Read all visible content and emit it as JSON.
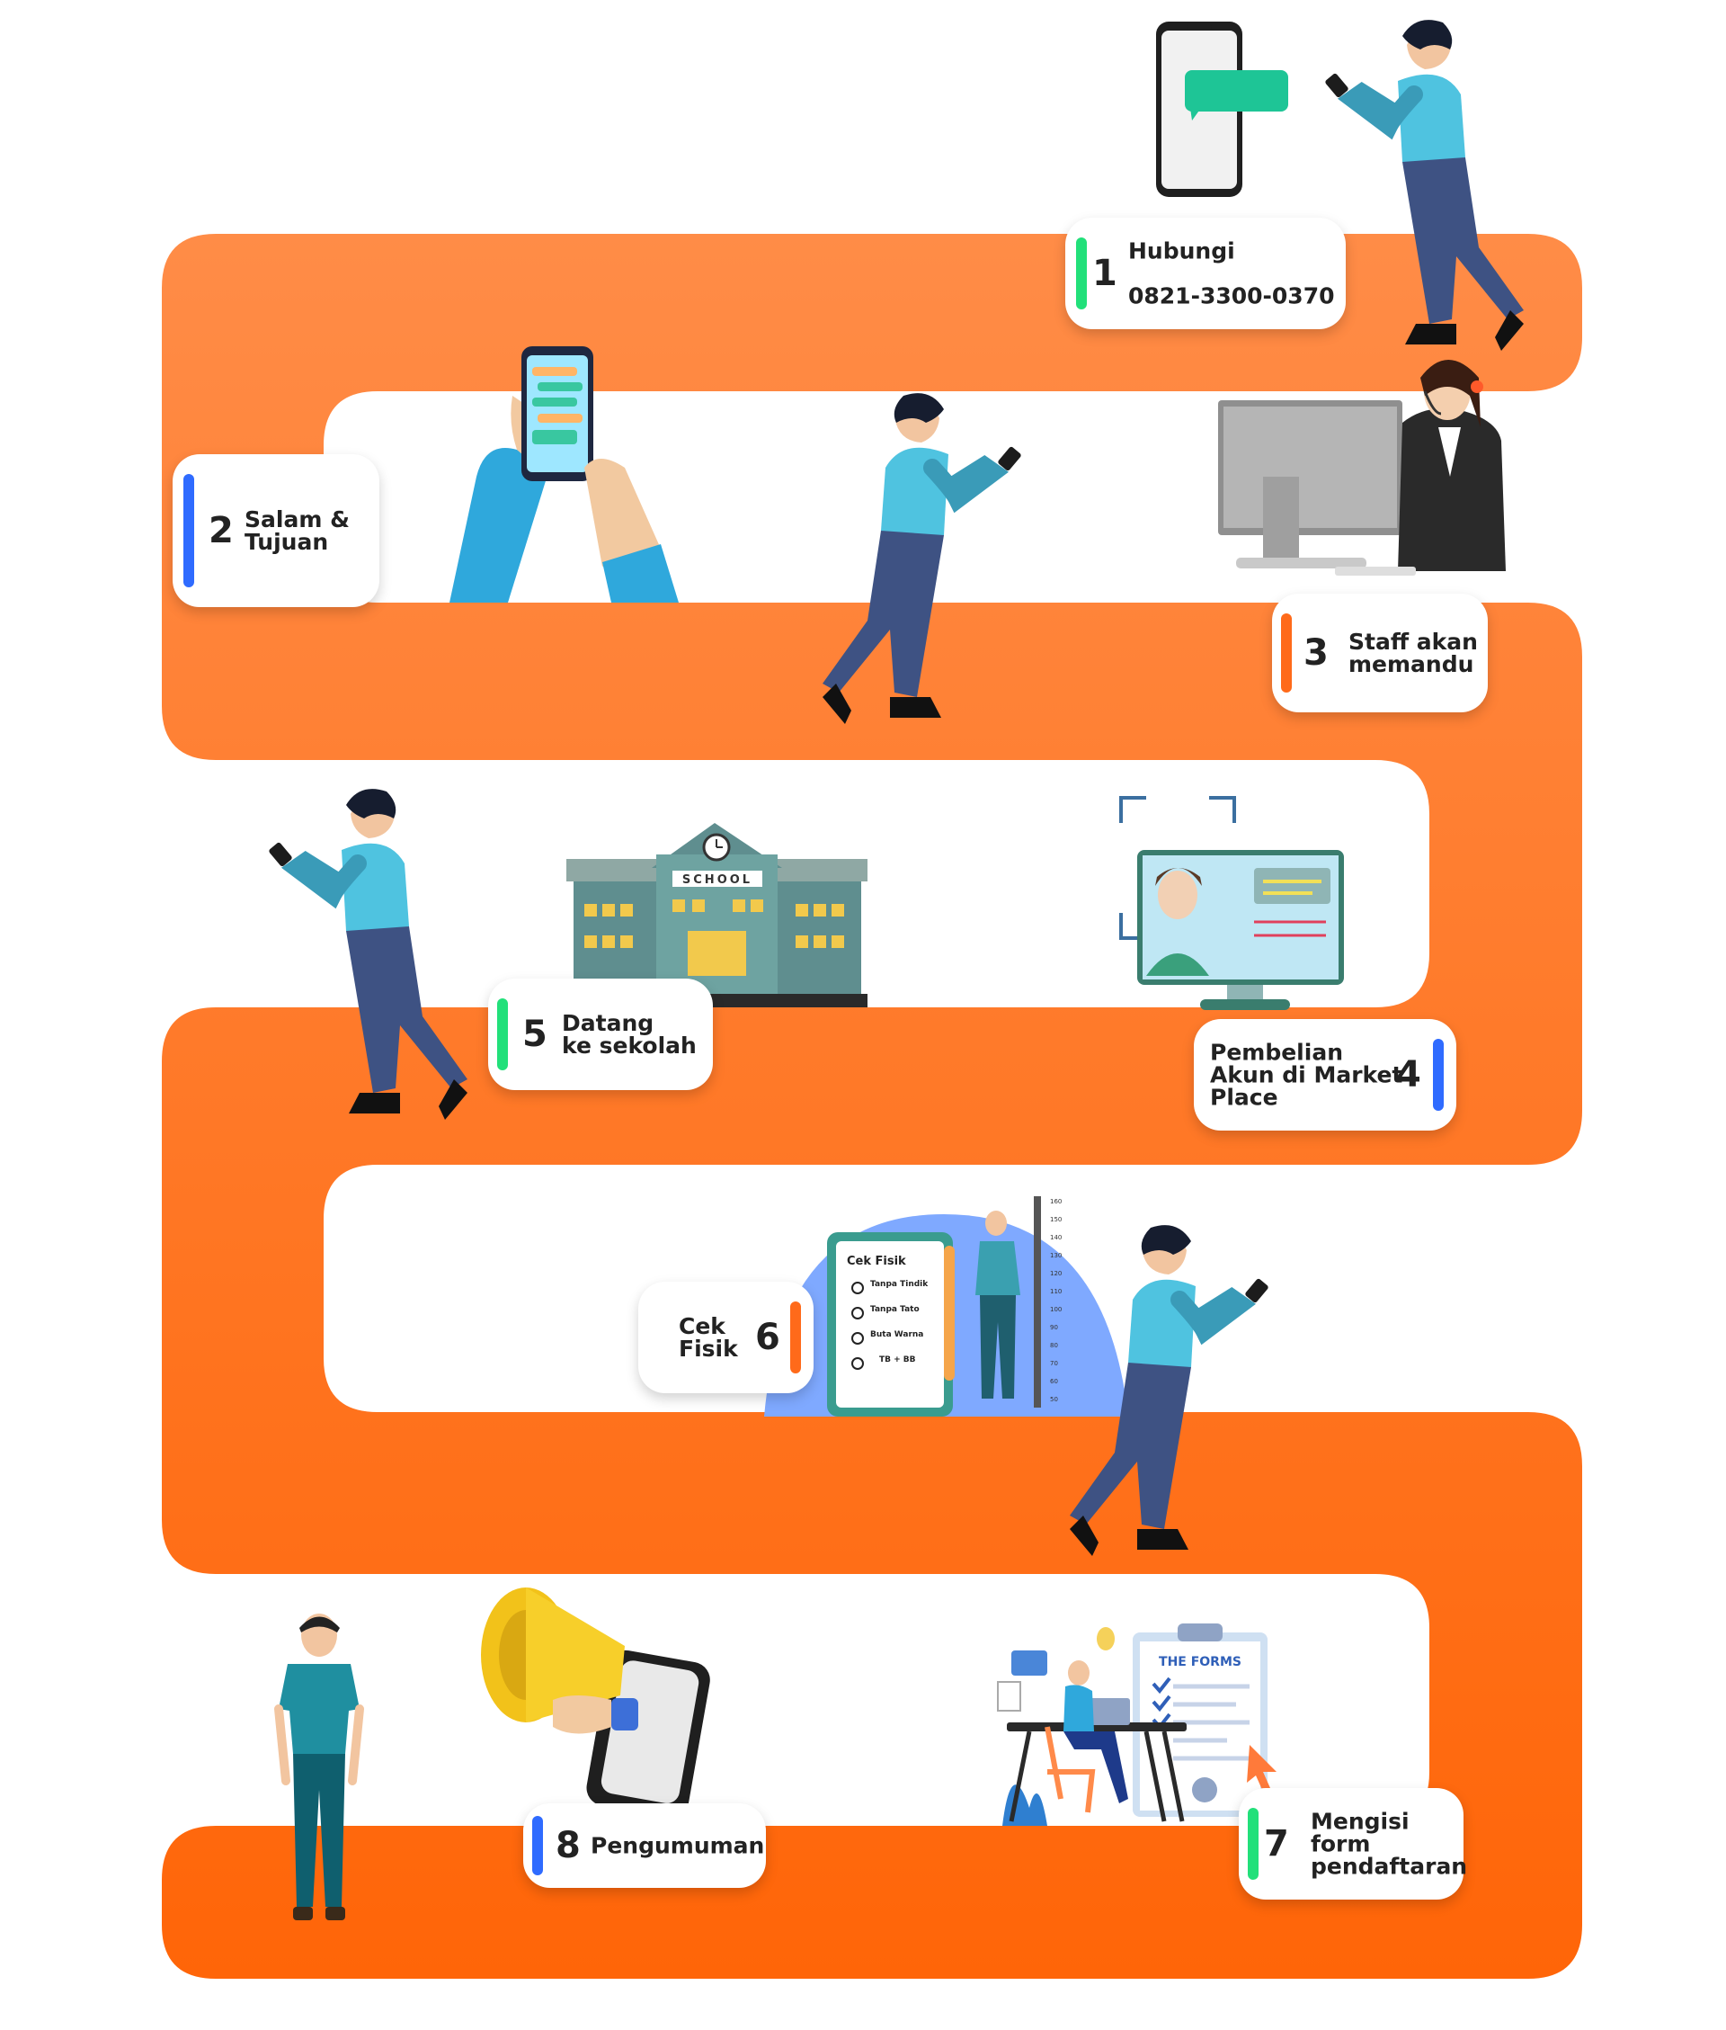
{
  "colors": {
    "orange_light": "#FF8C47",
    "orange_dark": "#FF6508",
    "bar_green": "#22E07A",
    "bar_blue": "#2F6BFF",
    "bar_orange": "#FF6A1A",
    "shirt": "#4FC3E0",
    "pants": "#3E5283"
  },
  "steps": [
    {
      "number": "1",
      "label": "Hubungi",
      "phone": "0821-3300-0370"
    },
    {
      "number": "2",
      "label": "Salam &\nTujuan"
    },
    {
      "number": "3",
      "label": "Staff akan\nmemandu"
    },
    {
      "number": "4",
      "label": "Pembelian\nAkun di Market\nPlace"
    },
    {
      "number": "5",
      "label": "Datang\nke sekolah"
    },
    {
      "number": "6",
      "label": "Cek\nFisik"
    },
    {
      "number": "7",
      "label": "Mengisi form\npendaftaran"
    },
    {
      "number": "8",
      "label": "Pengumuman"
    }
  ],
  "illustrations": {
    "school_sign": "SCHOOL",
    "forms_title": "THE FORMS",
    "checklist": {
      "title": "Cek Fisik",
      "items": [
        "Tanpa Tindik",
        "Tanpa Tato",
        "Buta Warna",
        "TB + BB"
      ]
    },
    "height_scale": [
      "160",
      "150",
      "140",
      "130",
      "120",
      "110",
      "100",
      "90",
      "80",
      "70",
      "60",
      "50"
    ]
  }
}
